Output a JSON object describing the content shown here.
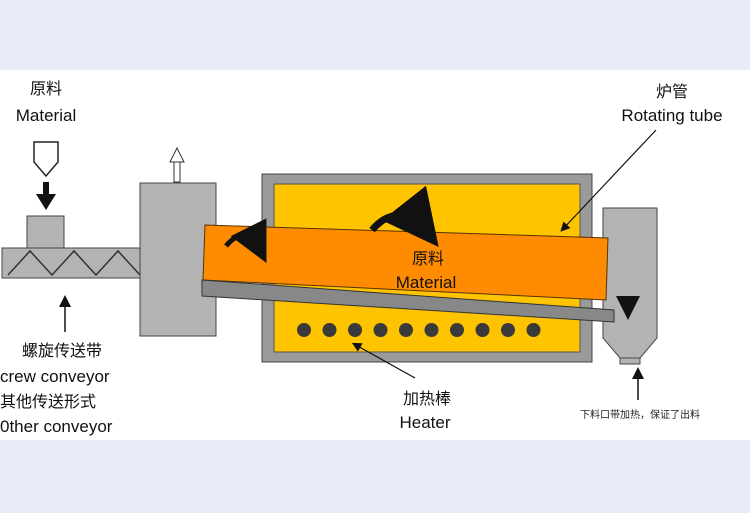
{
  "colors": {
    "background_band": "#e8ecf8",
    "furnace_wall": "#9a9a9a",
    "furnace_inner": "#ffc400",
    "tube": "#ff8c00",
    "tube_base": "#888888",
    "conveyor": "#b3b3b3",
    "heater_dot": "#3a3a3a"
  },
  "labels": {
    "material_top_cn": "原料",
    "material_top_en": "Material",
    "rotating_tube_cn": "炉管",
    "rotating_tube_en": "Rotating tube",
    "material_in_tube_cn": "原料",
    "material_in_tube_en": "Material",
    "screw_conveyor_cn": "螺旋传送带",
    "screw_conveyor_en": "crew conveyor",
    "other_conveyor_cn": "其他传送形式",
    "other_conveyor_en": "0ther conveyor",
    "heater_cn": "加热棒",
    "heater_en": "Heater",
    "discharge_note": "下料口带加热，保证了出料"
  },
  "diagram": {
    "heater_count": 10,
    "components": [
      "hopper",
      "screw-conveyor",
      "exhaust-stack",
      "furnace",
      "rotating-tube",
      "heater-rods",
      "discharge-chute"
    ]
  }
}
